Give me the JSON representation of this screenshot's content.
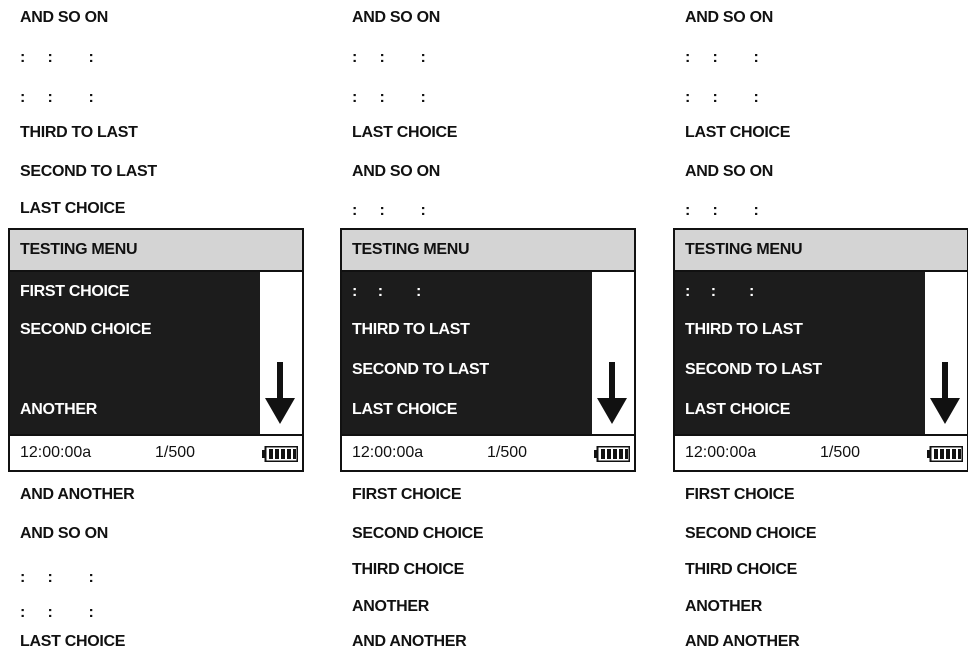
{
  "ui": {
    "menu_title": "TESTING MENU",
    "time": "12:00:00a",
    "page_counter": "1/500",
    "battery_icon": "battery-full-icon",
    "scroll_icon": "arrow-down-icon"
  },
  "columns": [
    {
      "above": [
        "AND SO ON",
        ":     :        :",
        ":     :        :",
        "THIRD TO LAST",
        "SECOND TO LAST",
        "LAST CHOICE"
      ],
      "screen_items": [
        "FIRST CHOICE",
        "SECOND CHOICE",
        "",
        "ANOTHER"
      ],
      "below": [
        "AND ANOTHER",
        "AND SO ON",
        ":     :        :",
        ":     :        :",
        "LAST CHOICE"
      ]
    },
    {
      "above": [
        "AND SO ON",
        ":     :        :",
        ":     :        :",
        "LAST CHOICE",
        "AND SO ON",
        ":     :        :"
      ],
      "screen_items": [
        ":     :        :",
        "THIRD TO LAST",
        "SECOND TO LAST",
        "LAST CHOICE"
      ],
      "below": [
        "FIRST CHOICE",
        "SECOND CHOICE",
        "THIRD CHOICE",
        "ANOTHER",
        "AND ANOTHER"
      ]
    },
    {
      "above": [
        "AND SO ON",
        ":     :        :",
        ":     :        :",
        "LAST CHOICE",
        "AND SO ON",
        ":     :        :"
      ],
      "screen_items": [
        ":     :        :",
        "THIRD TO LAST",
        "SECOND TO LAST",
        "LAST CHOICE"
      ],
      "below": [
        "FIRST CHOICE",
        "SECOND CHOICE",
        "THIRD CHOICE",
        "ANOTHER",
        "AND ANOTHER"
      ]
    }
  ]
}
